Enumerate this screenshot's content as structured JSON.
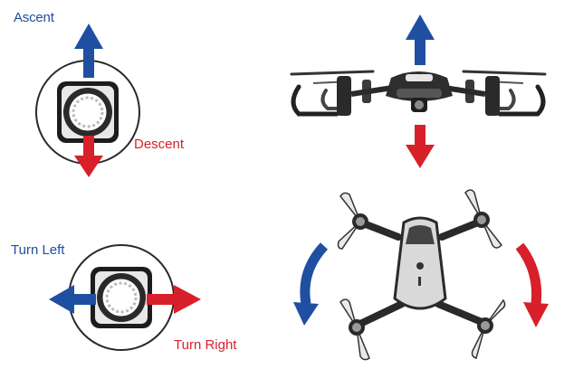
{
  "labels": {
    "ascent": "Ascent",
    "descent": "Descent",
    "turn_left": "Turn Left",
    "turn_right": "Turn Right"
  },
  "colors": {
    "up_arrow": "#1f4fa1",
    "down_arrow": "#d8202a",
    "ascent_text": "#1f4fa1",
    "descent_text": "#d8202a",
    "turn_left_text": "#1f4fa1",
    "turn_right_text": "#d8202a"
  },
  "icons": {
    "stick_top": "joystick-icon",
    "stick_bottom": "joystick-icon",
    "drone_side": "drone-side-view-icon",
    "drone_top": "drone-top-view-icon"
  }
}
